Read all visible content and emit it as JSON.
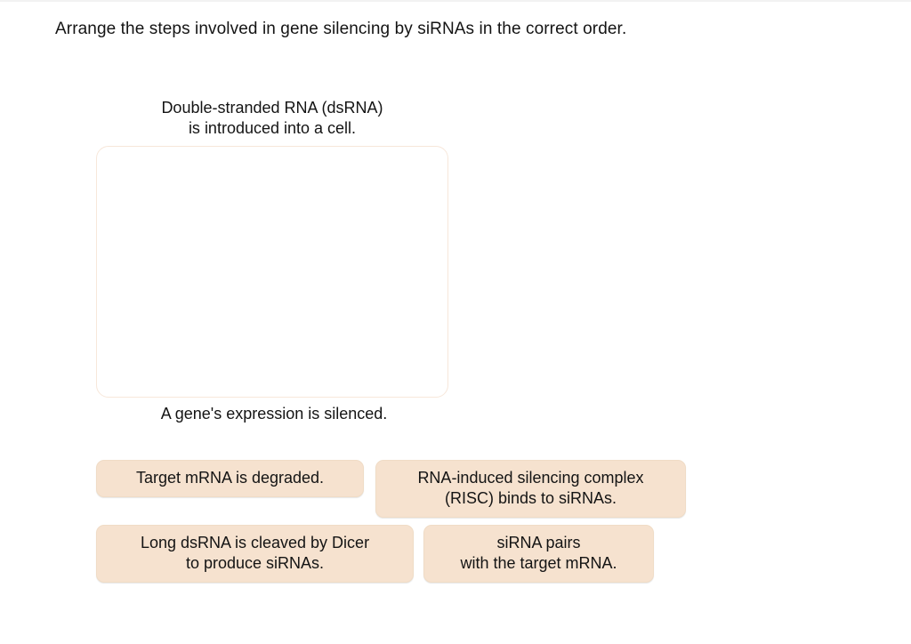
{
  "prompt": "Arrange the steps involved in gene silencing by siRNAs in the correct order.",
  "ordering": {
    "top_caption": "Double-stranded RNA (dsRNA)\nis introduced into a cell.",
    "bottom_caption": "A gene's expression is silenced.",
    "drop_zone_placeholder": ""
  },
  "tiles": [
    {
      "id": "tile-target-mrna-degraded",
      "label": "Target mRNA is degraded."
    },
    {
      "id": "tile-risc-binds-sirnas",
      "label": "RNA-induced silencing complex\n(RISC) binds to siRNAs."
    },
    {
      "id": "tile-dicer-cleaves-dsrna",
      "label": "Long dsRNA is cleaved by Dicer\nto produce siRNAs."
    },
    {
      "id": "tile-sirna-pairs-mrna",
      "label": "siRNA pairs\nwith the target mRNA."
    }
  ],
  "colors": {
    "page_background": "#ffffff",
    "tile_fill": "#f6e2cf",
    "tile_border": "#f0dcc6",
    "drop_zone_border": "#f7e7da",
    "text": "#141414"
  }
}
